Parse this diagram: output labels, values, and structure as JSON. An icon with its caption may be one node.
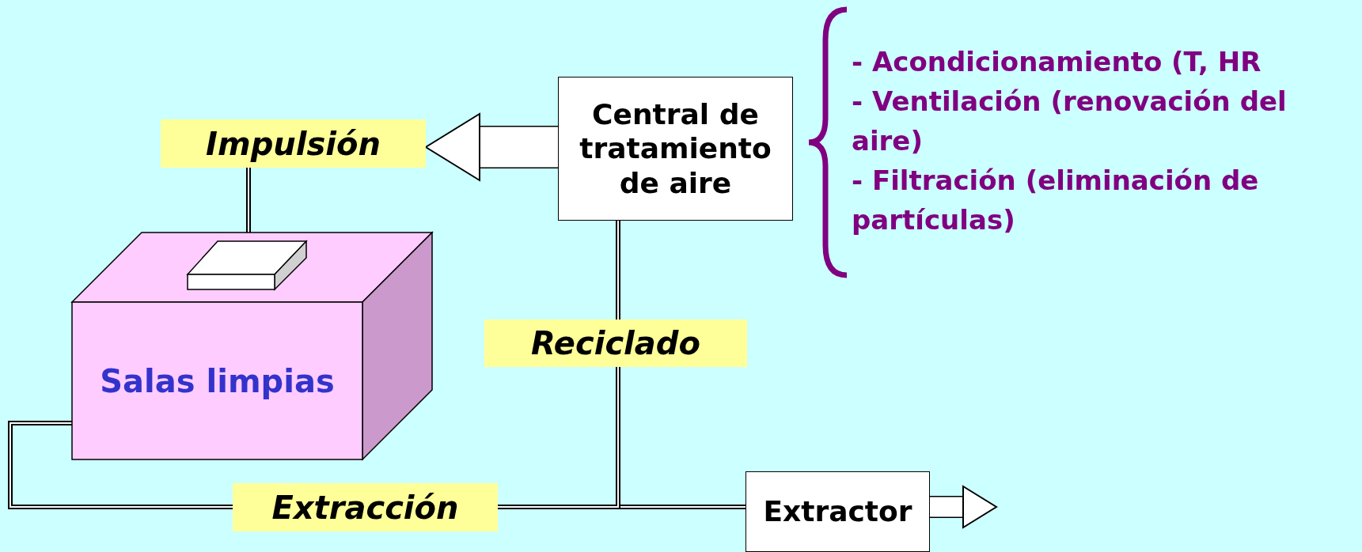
{
  "diagram": {
    "nodes": [
      {
        "text": [
          "Impulsión"
        ]
      },
      {
        "text": [
          "Central de tratamiento de aire"
        ]
      },
      {
        "text": [],
        "shape": "box"
      },
      {
        "text": [
          "Reciclado"
        ]
      },
      {
        "text": [
          "Salas limpias"
        ]
      },
      {
        "text": [
          "Extracción"
        ]
      },
      {
        "text": [
          "Extractor"
        ]
      }
    ],
    "edges": [
      {
        "from": 1,
        "to": 0,
        "arrow": "to",
        "style": "thick"
      },
      {
        "from": 0,
        "to": 2,
        "arrow": "none"
      },
      {
        "from": 4,
        "to": 5,
        "arrow": "none"
      },
      {
        "from": 5,
        "to": 6,
        "arrow": "none"
      },
      {
        "from": 5,
        "to": 3,
        "arrow": "none"
      },
      {
        "from": 3,
        "to": 1,
        "arrow": "none"
      },
      {
        "from": 6,
        "to": null,
        "arrow": "to",
        "style": "thick"
      }
    ],
    "labels": [
      "- Acondicionamiento (T, HR",
      "- Ventilación (renovación del aire)",
      "- Filtración (eliminación de partículas)"
    ]
  }
}
